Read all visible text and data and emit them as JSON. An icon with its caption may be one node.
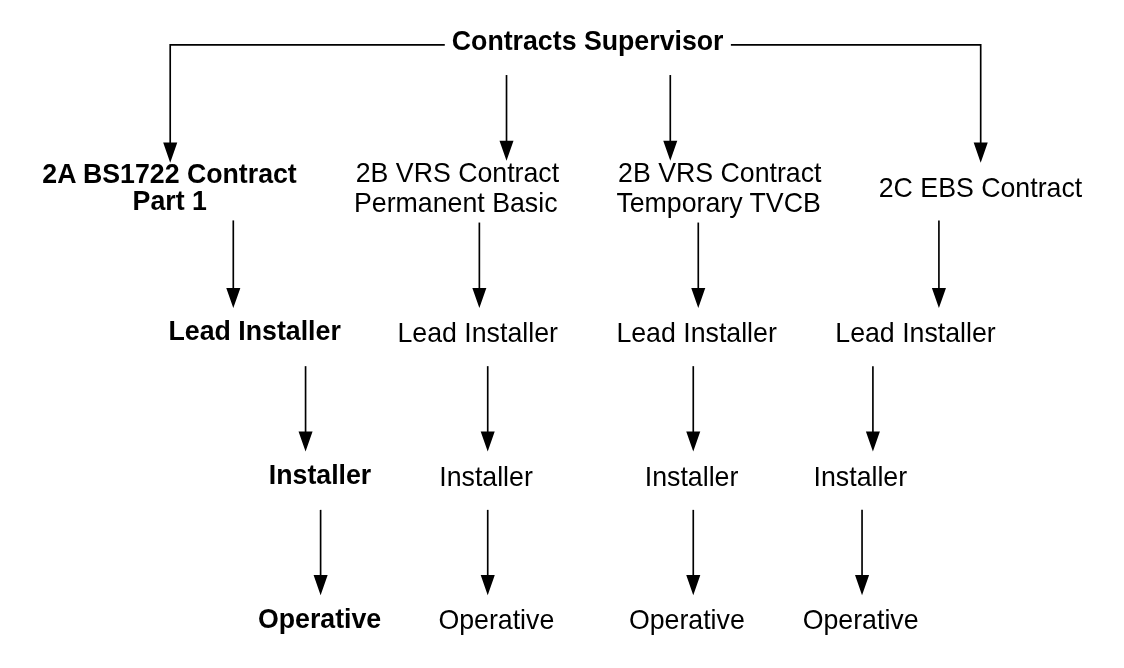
{
  "diagram": {
    "nodes": [
      {
        "text": [
          "Contracts Supervisor"
        ]
      },
      {
        "text": [
          "2A BS1722 Contract Part 1"
        ]
      },
      {
        "text": [
          "2B VRS Contract Permanent Basic"
        ]
      },
      {
        "text": [
          "2B VRS Contract Temporary TVCB"
        ]
      },
      {
        "text": [
          "2C EBS Contract"
        ]
      },
      {
        "text": [
          "Lead Installer"
        ]
      },
      {
        "text": [
          "Lead Installer"
        ]
      },
      {
        "text": [
          "Lead Installer"
        ]
      },
      {
        "text": [
          "Lead Installer"
        ]
      },
      {
        "text": [
          "Installer"
        ]
      },
      {
        "text": [
          "Installer"
        ]
      },
      {
        "text": [
          "Installer"
        ]
      },
      {
        "text": [
          "Installer"
        ]
      },
      {
        "text": [
          "Operative"
        ]
      },
      {
        "text": [
          "Operative"
        ]
      },
      {
        "text": [
          "Operative"
        ]
      },
      {
        "text": [
          "Operative"
        ]
      }
    ],
    "edges": [
      {
        "from": 0,
        "to": 1,
        "arrow": "to"
      },
      {
        "from": 0,
        "to": 2,
        "arrow": "to"
      },
      {
        "from": 0,
        "to": 3,
        "arrow": "to"
      },
      {
        "from": 0,
        "to": 4,
        "arrow": "to"
      },
      {
        "from": 1,
        "to": 5,
        "arrow": "to"
      },
      {
        "from": 5,
        "to": 9,
        "arrow": "to"
      },
      {
        "from": 9,
        "to": 13,
        "arrow": "to"
      },
      {
        "from": 2,
        "to": 6,
        "arrow": "to"
      },
      {
        "from": 6,
        "to": 10,
        "arrow": "to"
      },
      {
        "from": 10,
        "to": 14,
        "arrow": "to"
      },
      {
        "from": 3,
        "to": 7,
        "arrow": "to"
      },
      {
        "from": 7,
        "to": 11,
        "arrow": "to"
      },
      {
        "from": 11,
        "to": 15,
        "arrow": "to"
      },
      {
        "from": 4,
        "to": 8,
        "arrow": "to"
      },
      {
        "from": 8,
        "to": 12,
        "arrow": "to"
      },
      {
        "from": 12,
        "to": 16,
        "arrow": "to"
      }
    ]
  }
}
